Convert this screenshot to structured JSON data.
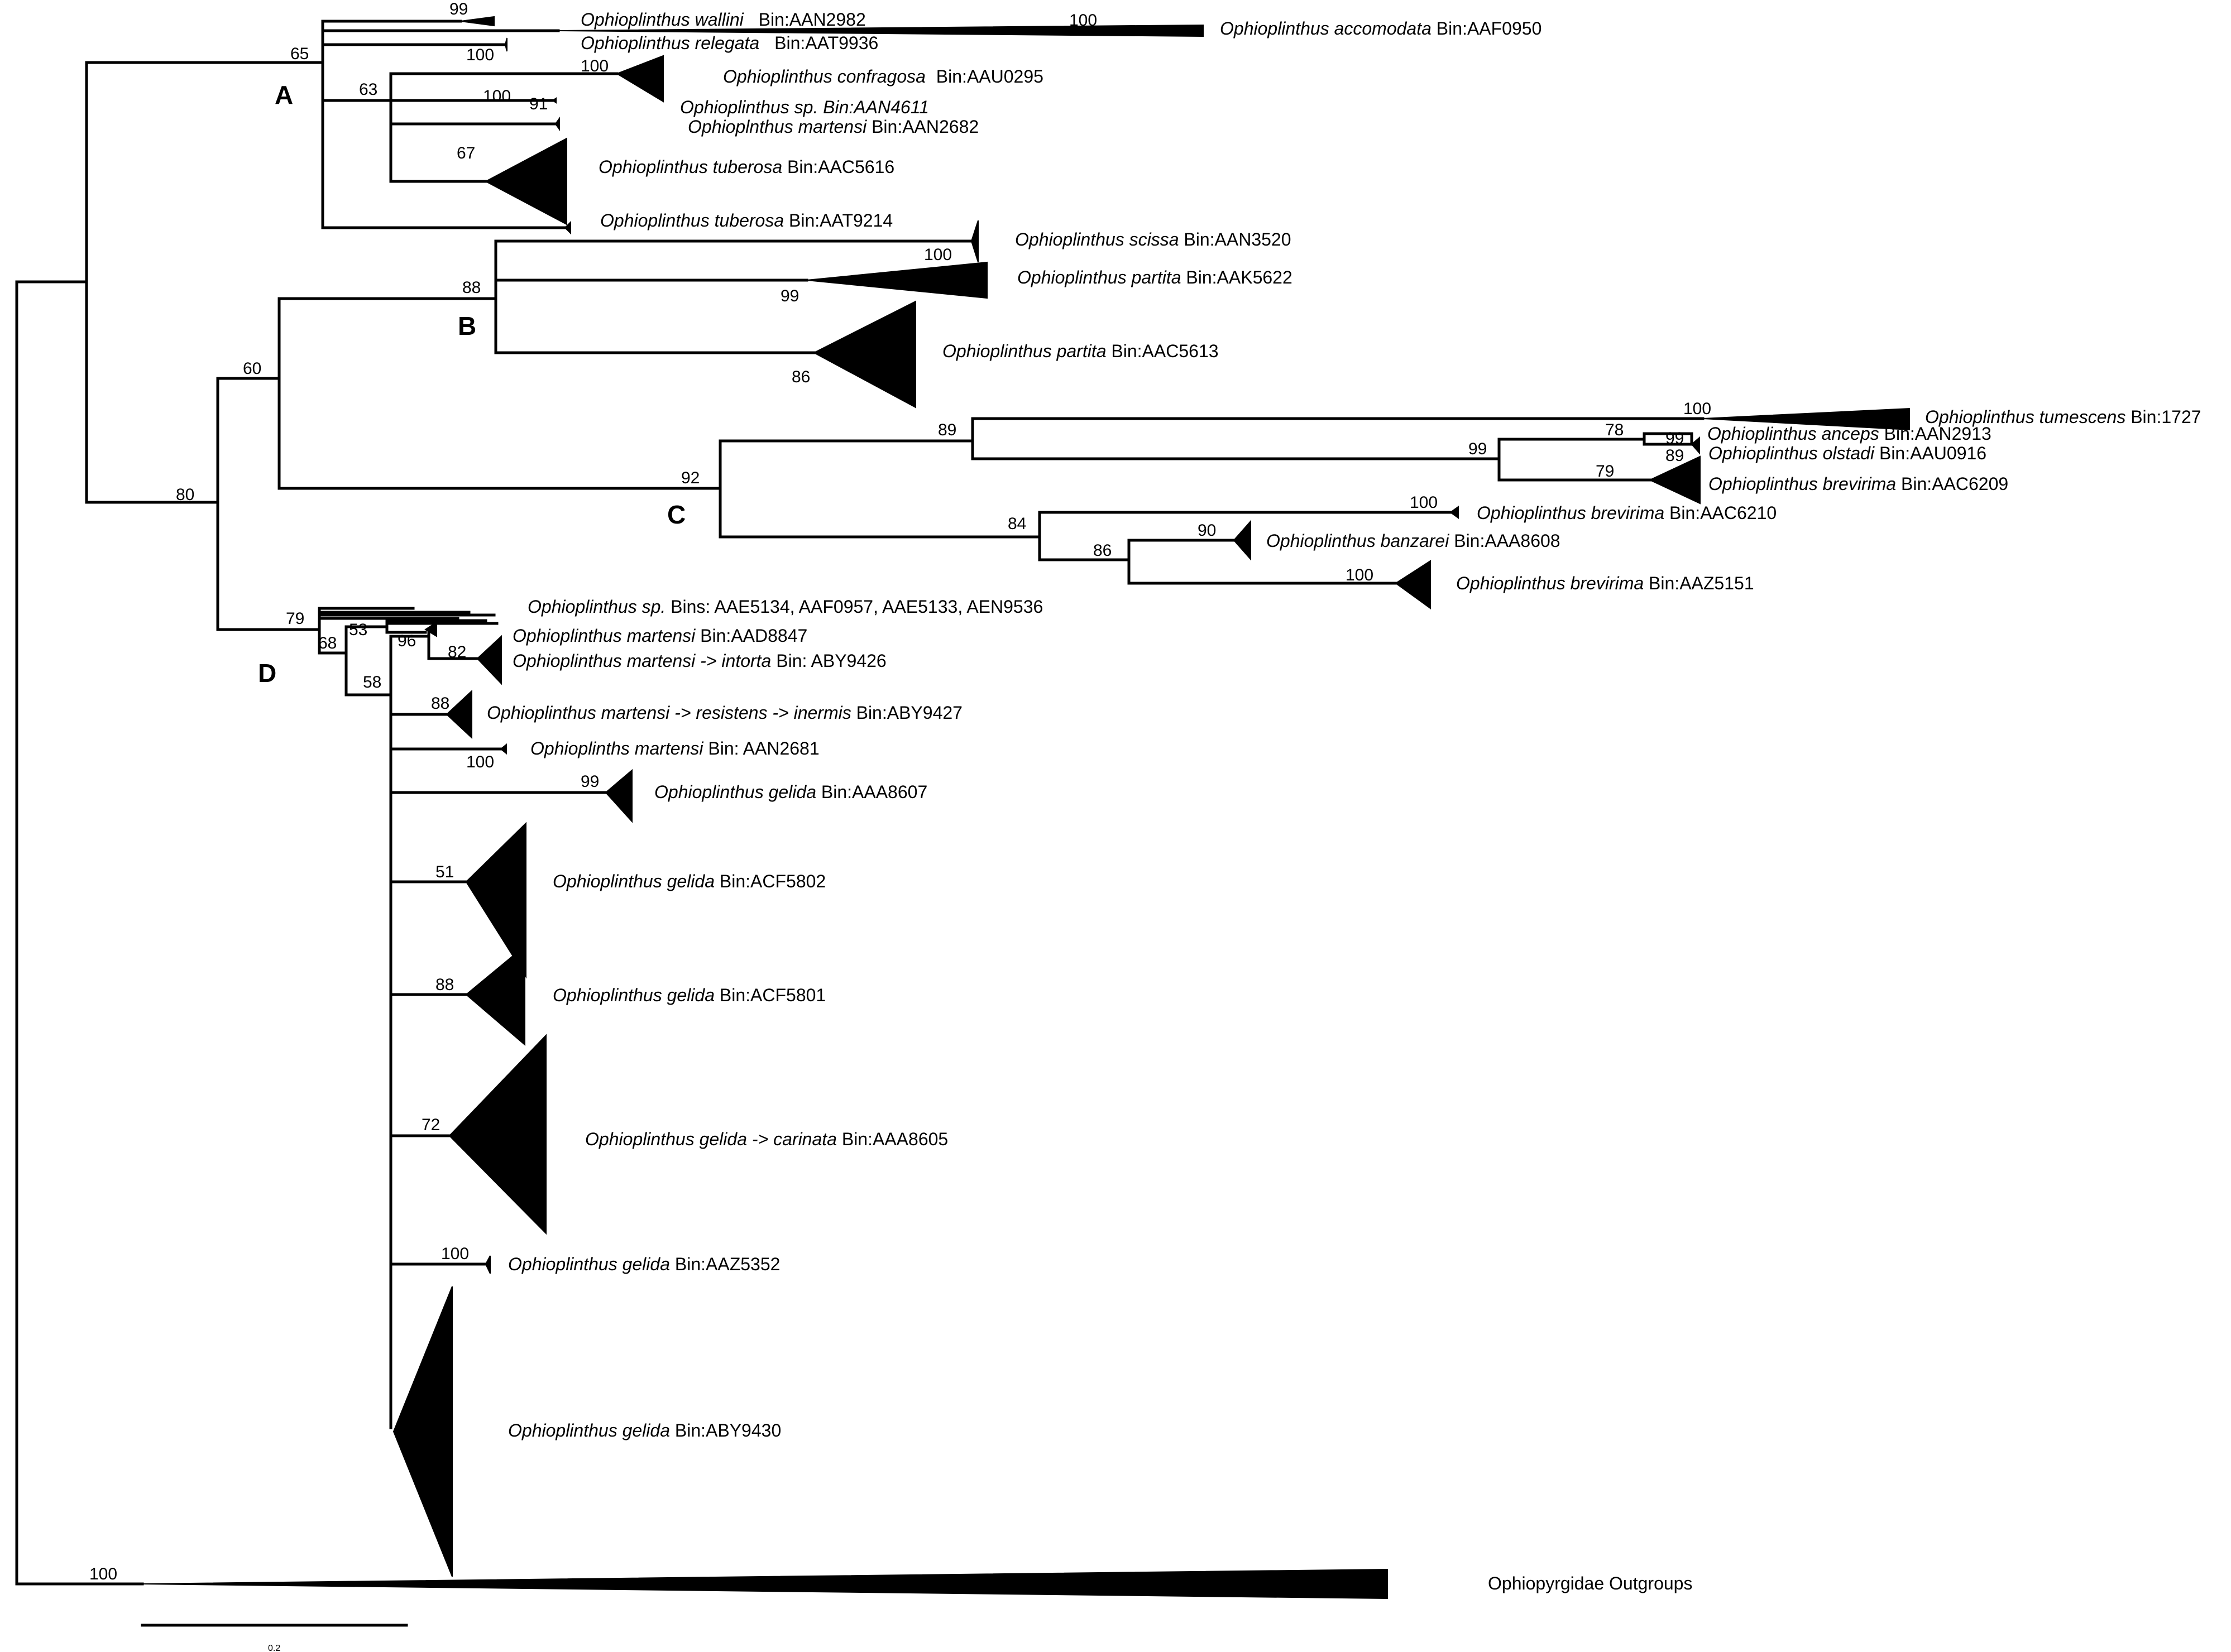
{
  "tree": {
    "clades": [
      "A",
      "B",
      "C",
      "D"
    ],
    "scale_bar_label": "0.2",
    "bootstrap_values": [
      "99",
      "100",
      "65",
      "100",
      "63",
      "100",
      "100",
      "91",
      "67",
      "100",
      "88",
      "99",
      "86",
      "60",
      "80",
      "100",
      "78",
      "99",
      "89",
      "99",
      "89",
      "79",
      "92",
      "100",
      "84",
      "90",
      "86",
      "100",
      "79",
      "68",
      "53",
      "96",
      "82",
      "58",
      "88",
      "100",
      "99",
      "51",
      "88",
      "72",
      "100",
      "100"
    ],
    "tips": [
      {
        "species": "Ophioplinthus wallini",
        "bin": "Bin:AAN2982"
      },
      {
        "species": "Ophioplinthus accomodata",
        "bin": "Bin:AAF0950"
      },
      {
        "species": "Ophioplinthus relegata",
        "bin": "Bin:AAT9936"
      },
      {
        "species": "Ophioplinthus confragosa",
        "bin": "Bin:AAU0295"
      },
      {
        "species": "Ophioplinthus sp. Bin:AAN4611",
        "bin": ""
      },
      {
        "species": "Ophioplnthus martensi",
        "bin": "Bin:AAN2682"
      },
      {
        "species": "Ophioplinthus tuberosa",
        "bin": "Bin:AAC5616"
      },
      {
        "species": "Ophioplinthus tuberosa",
        "bin": "Bin:AAT9214"
      },
      {
        "species": "Ophioplinthus scissa",
        "bin": "Bin:AAN3520"
      },
      {
        "species": "Ophioplinthus partita",
        "bin": "Bin:AAK5622"
      },
      {
        "species": "Ophioplinthus partita",
        "bin": "Bin:AAC5613"
      },
      {
        "species": "Ophioplinthus tumescens",
        "bin": "Bin:1727"
      },
      {
        "species": "Ophioplinthus anceps",
        "bin": "Bin:AAN2913"
      },
      {
        "species": "Ophioplinthus olstadi",
        "bin": "Bin:AAU0916"
      },
      {
        "species": "Ophioplinthus brevirima",
        "bin": "Bin:AAC6209"
      },
      {
        "species": "Ophioplinthus brevirima",
        "bin": "Bin:AAC6210"
      },
      {
        "species": "Ophioplinthus banzarei",
        "bin": "Bin:AAA8608"
      },
      {
        "species": "Ophioplinthus brevirima",
        "bin": "Bin:AAZ5151"
      },
      {
        "species": "Ophioplinthus sp.",
        "bin": "Bins: AAE5134, AAF0957, AAE5133, AEN9536"
      },
      {
        "species": "Ophioplinthus martensi",
        "bin": "Bin:AAD8847"
      },
      {
        "species": "Ophioplinthus martensi -> intorta",
        "bin": "Bin: ABY9426"
      },
      {
        "species": "Ophioplinthus martensi -> resistens -> inermis",
        "bin": "Bin:ABY9427"
      },
      {
        "species": "Ophioplinths martensi",
        "bin": "Bin: AAN2681"
      },
      {
        "species": "Ophioplinthus gelida",
        "bin": "Bin:AAA8607"
      },
      {
        "species": "Ophioplinthus gelida",
        "bin": "Bin:ACF5802"
      },
      {
        "species": "Ophioplinthus gelida",
        "bin": "Bin:ACF5801"
      },
      {
        "species": "Ophioplinthus gelida -> carinata",
        "bin": "Bin:AAA8605"
      },
      {
        "species": "Ophioplinthus gelida",
        "bin": "Bin:AAZ5352"
      },
      {
        "species": "Ophioplinthus gelida",
        "bin": "Bin:ABY9430"
      },
      {
        "species": "",
        "bin": "Ophiopyrgidae Outgroups"
      }
    ]
  }
}
